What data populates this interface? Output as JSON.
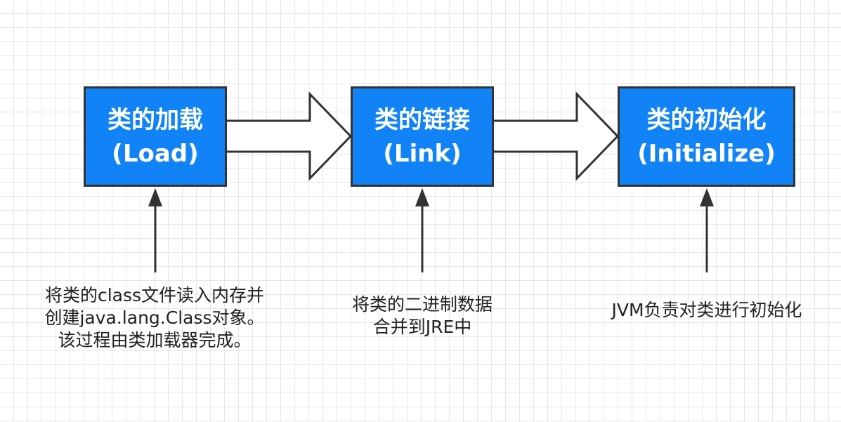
{
  "stages": [
    {
      "title": "类的加载",
      "subtitle": "(Load)"
    },
    {
      "title": "类的链接",
      "subtitle": "(Link)"
    },
    {
      "title": "类的初始化",
      "subtitle": "(Initialize)"
    }
  ],
  "descriptions": [
    {
      "lines": [
        "将类的class文件读入内存并",
        "创建java.lang.Class对象。",
        "该过程由类加载器完成。"
      ]
    },
    {
      "lines": [
        "将类的二进制数据",
        "合并到JRE中"
      ]
    },
    {
      "lines": [
        "JVM负责对类进行初始化"
      ]
    }
  ],
  "colors": {
    "stage_fill": "#1283f7",
    "stage_border": "#333333",
    "arrow_stroke": "#333333",
    "grid": "#e6e6e6"
  }
}
